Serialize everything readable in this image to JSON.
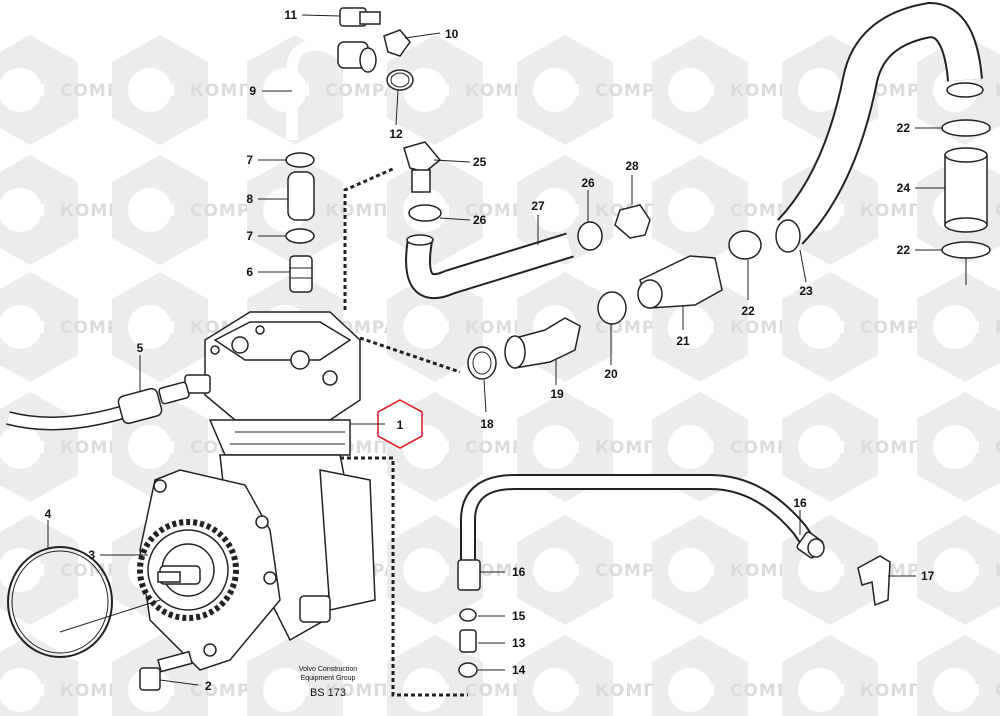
{
  "watermark": {
    "brand_latin": "COMPART",
    "brand_cyrillic": "КОМПАРТ"
  },
  "callouts": [
    {
      "id": "c1",
      "text": "1"
    },
    {
      "id": "c2",
      "text": "2"
    },
    {
      "id": "c3",
      "text": "3"
    },
    {
      "id": "c4",
      "text": "4"
    },
    {
      "id": "c5",
      "text": "5"
    },
    {
      "id": "c6",
      "text": "6"
    },
    {
      "id": "c7a",
      "text": "7"
    },
    {
      "id": "c7b",
      "text": "7"
    },
    {
      "id": "c8",
      "text": "8"
    },
    {
      "id": "c9",
      "text": "9"
    },
    {
      "id": "c10",
      "text": "10"
    },
    {
      "id": "c11",
      "text": "11"
    },
    {
      "id": "c12",
      "text": "12"
    },
    {
      "id": "c13",
      "text": "13"
    },
    {
      "id": "c14",
      "text": "14"
    },
    {
      "id": "c15",
      "text": "15"
    },
    {
      "id": "c16a",
      "text": "16"
    },
    {
      "id": "c16b",
      "text": "16"
    },
    {
      "id": "c17",
      "text": "17"
    },
    {
      "id": "c18",
      "text": "18"
    },
    {
      "id": "c19",
      "text": "19"
    },
    {
      "id": "c20",
      "text": "20"
    },
    {
      "id": "c21",
      "text": "21"
    },
    {
      "id": "c22a",
      "text": "22"
    },
    {
      "id": "c22b",
      "text": "22"
    },
    {
      "id": "c22c",
      "text": "22"
    },
    {
      "id": "c23",
      "text": "23"
    },
    {
      "id": "c24",
      "text": "24"
    },
    {
      "id": "c25",
      "text": "25"
    },
    {
      "id": "c26a",
      "text": "26"
    },
    {
      "id": "c26b",
      "text": "26"
    },
    {
      "id": "c27",
      "text": "27"
    },
    {
      "id": "c28",
      "text": "28"
    }
  ],
  "caption": {
    "line1": "Volvo Construction",
    "line2": "Equipment Group",
    "code": "BS 173"
  }
}
